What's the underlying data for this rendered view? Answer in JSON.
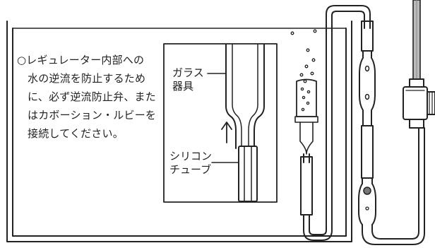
{
  "note": {
    "lines": [
      "○レギュレーター内部への",
      "水の逆流を防止するため",
      "に、必ず逆流防止弁、また",
      "はカボーション・ルビーを",
      "接続してください。"
    ]
  },
  "labels": {
    "glass": [
      "ガラス",
      "器具"
    ],
    "silicone": [
      "シリコン",
      "チューブ"
    ]
  }
}
